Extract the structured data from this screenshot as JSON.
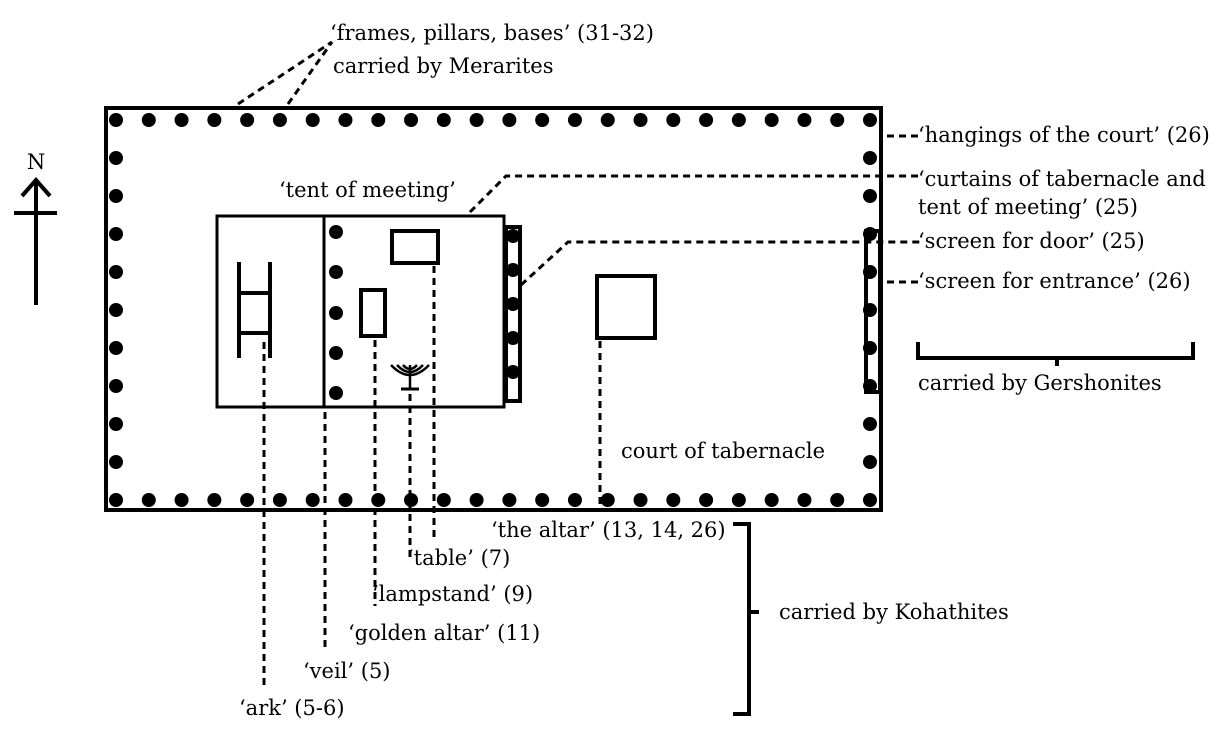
{
  "compass": {
    "label": "N"
  },
  "labels": {
    "frames": "‘frames, pillars, bases’ (31-32)",
    "merarites": "carried by Merarites",
    "hangings": "‘hangings of the court’ (26)",
    "curtains_line1": "‘curtains of tabernacle and",
    "curtains_line2": "tent of meeting’ (25)",
    "screen_door": "‘screen for door’ (25)",
    "screen_entrance": "‘screen for entrance’ (26)",
    "gershonites": "carried by Gershonites",
    "tent_of_meeting": "‘tent of meeting’",
    "court": "court of tabernacle",
    "altar": "‘the altar’ (13, 14, 26)",
    "table": "‘table’ (7)",
    "lampstand": "‘lampstand’ (9)",
    "golden_altar": "‘golden altar’ (11)",
    "veil": "‘veil’ (5)",
    "ark": "‘ark’ (5-6)",
    "kohathites": "carried by Kohathites"
  },
  "colors": {
    "ink": "#000000",
    "background": "#ffffff"
  }
}
